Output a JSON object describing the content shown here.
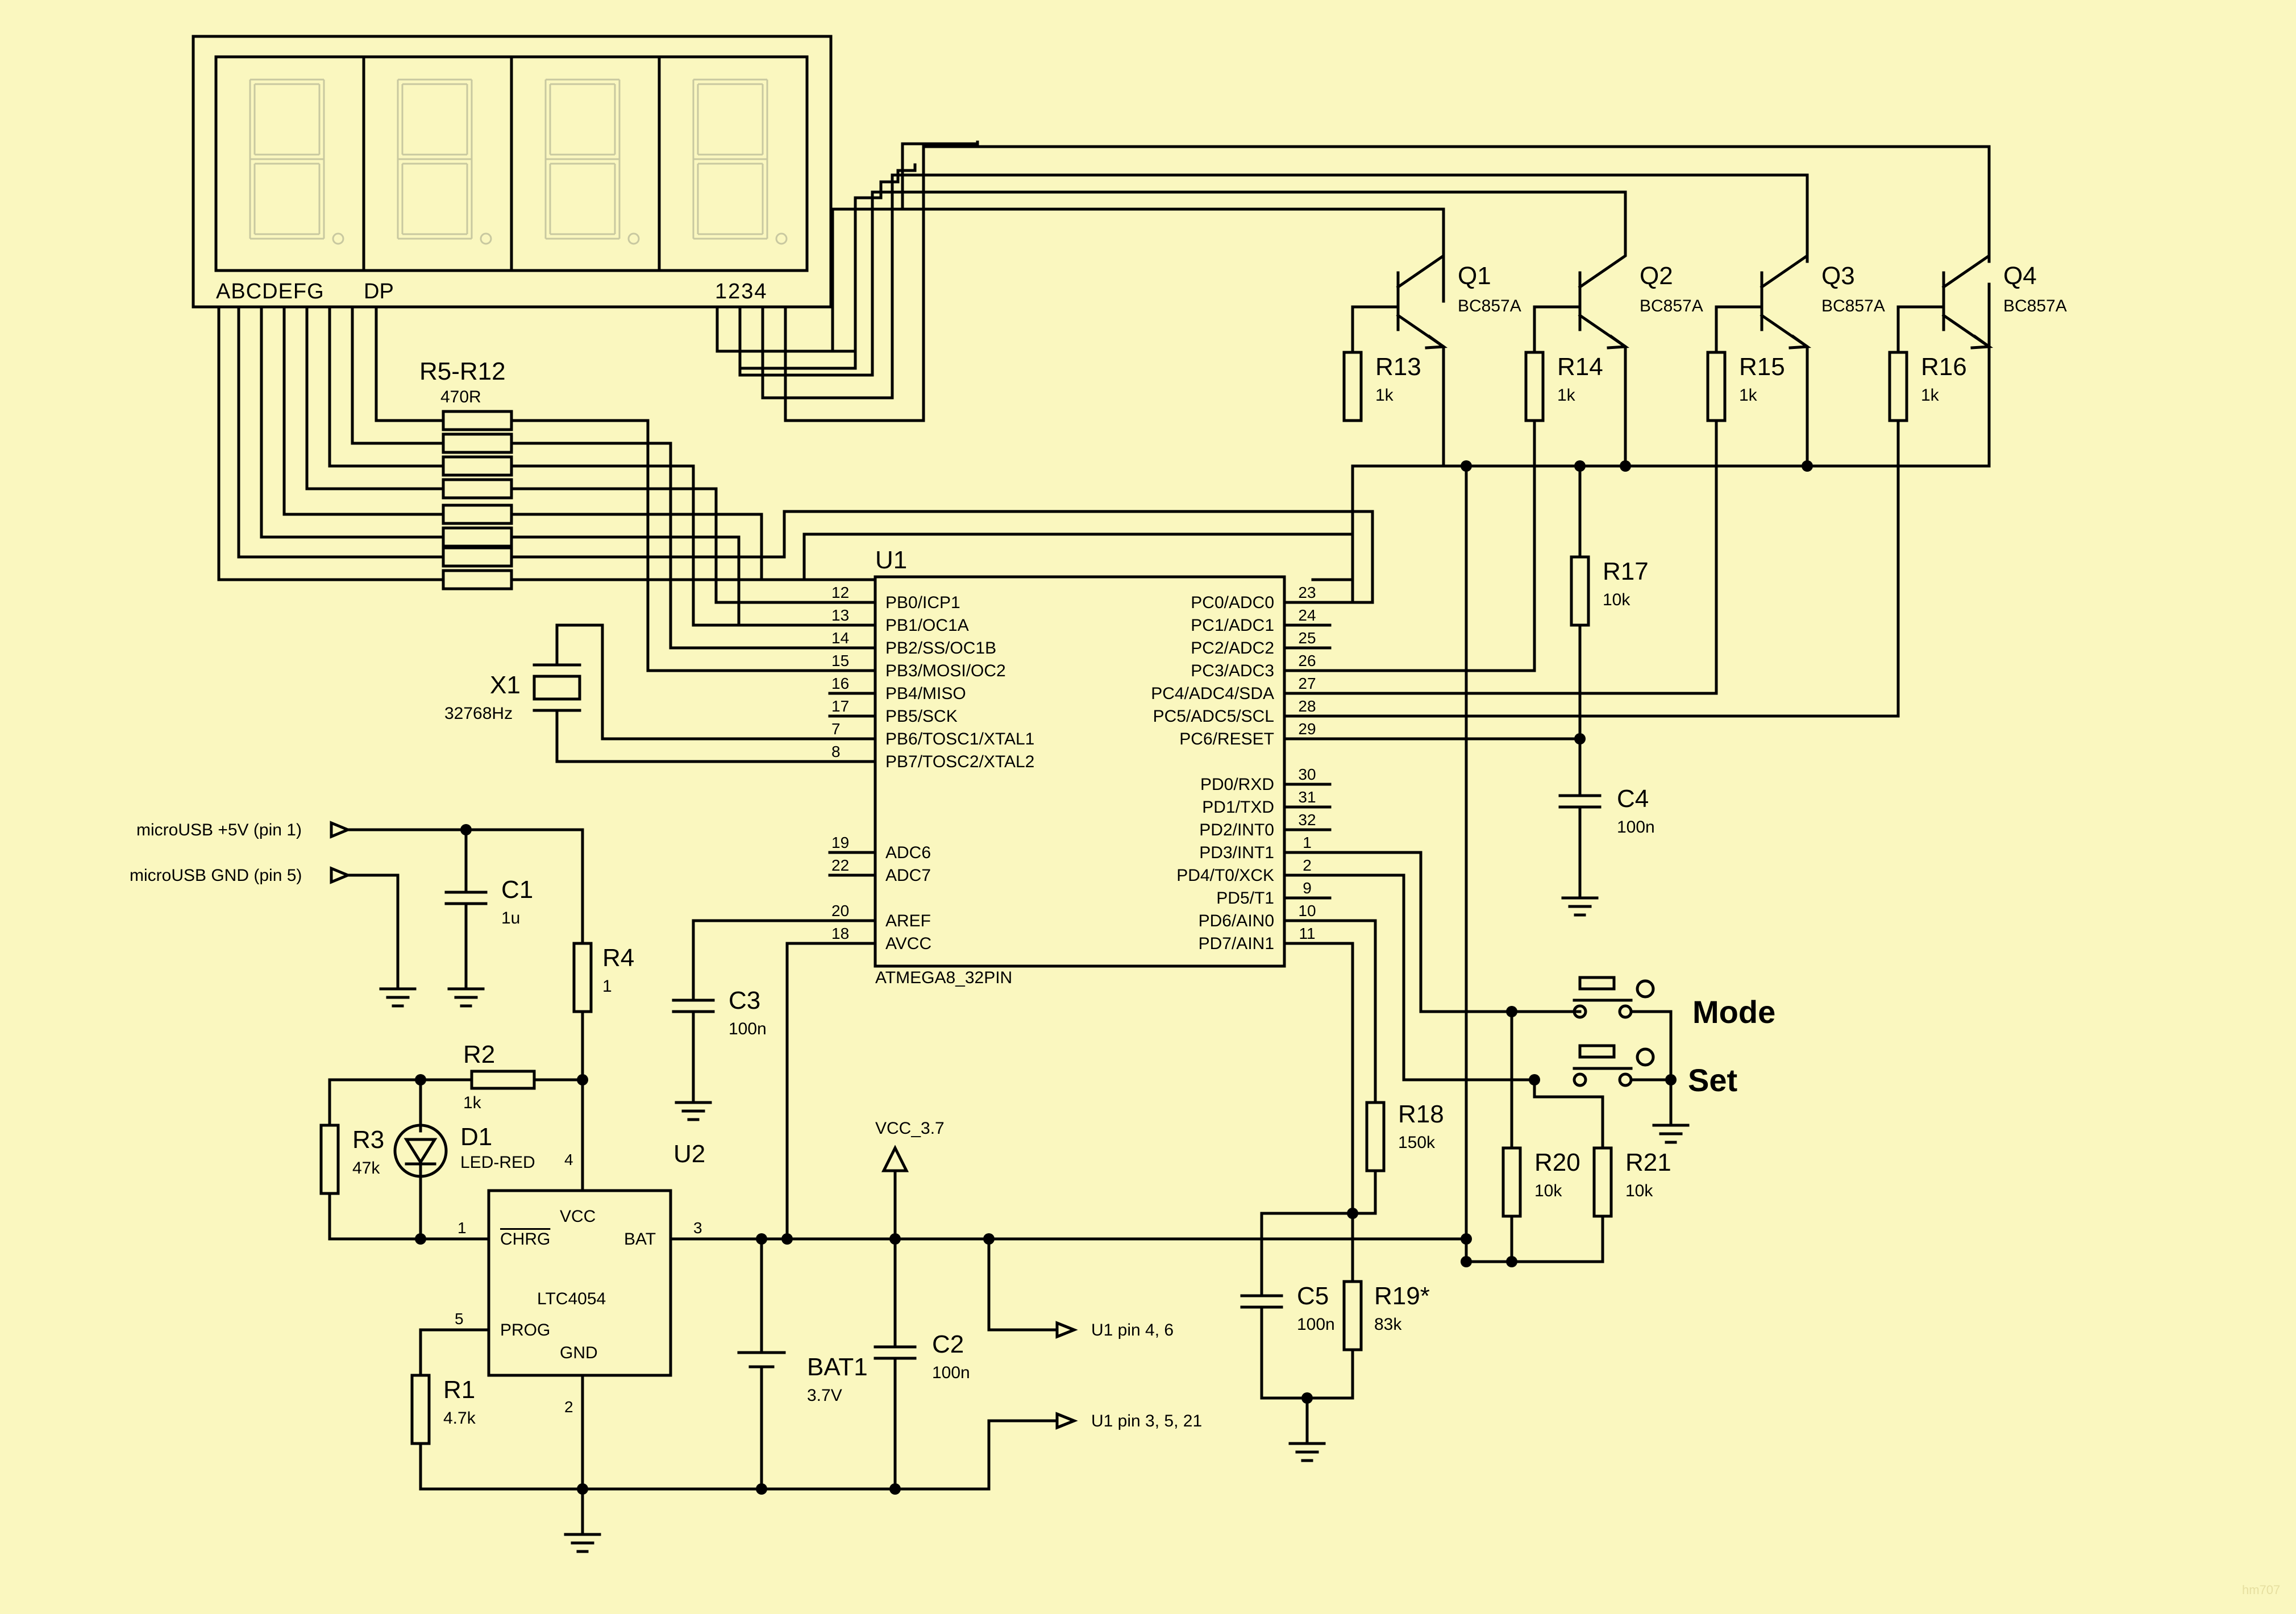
{
  "display": {
    "seg_labels": "ABCDEFG",
    "dp_label": "DP",
    "digit_labels": "1234"
  },
  "resistor_array": {
    "ref": "R5-R12",
    "value": "470R"
  },
  "transistors": [
    {
      "ref": "Q1",
      "part": "BC857A"
    },
    {
      "ref": "Q2",
      "part": "BC857A"
    },
    {
      "ref": "Q3",
      "part": "BC857A"
    },
    {
      "ref": "Q4",
      "part": "BC857A"
    }
  ],
  "base_resistors": [
    {
      "ref": "R13",
      "value": "1k"
    },
    {
      "ref": "R14",
      "value": "1k"
    },
    {
      "ref": "R15",
      "value": "1k"
    },
    {
      "ref": "R16",
      "value": "1k"
    }
  ],
  "mcu": {
    "ref": "U1",
    "part": "ATMEGA8_32PIN",
    "left_pins": [
      {
        "num": "12",
        "name": "PB0/ICP1"
      },
      {
        "num": "13",
        "name": "PB1/OC1A"
      },
      {
        "num": "14",
        "name": "PB2/SS/OC1B"
      },
      {
        "num": "15",
        "name": "PB3/MOSI/OC2"
      },
      {
        "num": "16",
        "name": "PB4/MISO"
      },
      {
        "num": "17",
        "name": "PB5/SCK"
      },
      {
        "num": "7",
        "name": "PB6/TOSC1/XTAL1"
      },
      {
        "num": "8",
        "name": "PB7/TOSC2/XTAL2"
      },
      {
        "num": "19",
        "name": "ADC6"
      },
      {
        "num": "22",
        "name": "ADC7"
      },
      {
        "num": "20",
        "name": "AREF"
      },
      {
        "num": "18",
        "name": "AVCC"
      }
    ],
    "right_pins": [
      {
        "num": "23",
        "name": "PC0/ADC0"
      },
      {
        "num": "24",
        "name": "PC1/ADC1"
      },
      {
        "num": "25",
        "name": "PC2/ADC2"
      },
      {
        "num": "26",
        "name": "PC3/ADC3"
      },
      {
        "num": "27",
        "name": "PC4/ADC4/SDA"
      },
      {
        "num": "28",
        "name": "PC5/ADC5/SCL"
      },
      {
        "num": "29",
        "name": "PC6/RESET"
      },
      {
        "num": "30",
        "name": "PD0/RXD"
      },
      {
        "num": "31",
        "name": "PD1/TXD"
      },
      {
        "num": "32",
        "name": "PD2/INT0"
      },
      {
        "num": "1",
        "name": "PD3/INT1"
      },
      {
        "num": "2",
        "name": "PD4/T0/XCK"
      },
      {
        "num": "9",
        "name": "PD5/T1"
      },
      {
        "num": "10",
        "name": "PD6/AIN0"
      },
      {
        "num": "11",
        "name": "PD7/AIN1"
      }
    ]
  },
  "crystal": {
    "ref": "X1",
    "value": "32768Hz"
  },
  "r17": {
    "ref": "R17",
    "value": "10k"
  },
  "c4": {
    "ref": "C4",
    "value": "100n"
  },
  "usb": {
    "plus_label": "microUSB +5V (pin 1)",
    "gnd_label": "microUSB GND (pin 5)"
  },
  "c1": {
    "ref": "C1",
    "value": "1u"
  },
  "r4": {
    "ref": "R4",
    "value": "1"
  },
  "c3": {
    "ref": "C3",
    "value": "100n"
  },
  "u2": {
    "ref": "U2"
  },
  "r2": {
    "ref": "R2",
    "value": "1k"
  },
  "r3": {
    "ref": "R3",
    "value": "47k"
  },
  "d1": {
    "ref": "D1",
    "value": "LED-RED"
  },
  "charger": {
    "part": "LTC4054",
    "vcc": "VCC",
    "chrg": "CHRG",
    "bat": "BAT",
    "prog": "PROG",
    "gnd": "GND",
    "pin_vcc": "4",
    "pin_chrg": "1",
    "pin_bat": "3",
    "pin_prog": "5",
    "pin_gnd": "2"
  },
  "r1": {
    "ref": "R1",
    "value": "4.7k"
  },
  "bat": {
    "ref": "BAT1",
    "value": "3.7V"
  },
  "c2": {
    "ref": "C2",
    "value": "100n"
  },
  "vcc_rail": {
    "label": "VCC_3.7"
  },
  "outputs": {
    "vcc_pins": "U1 pin 4, 6",
    "gnd_pins": "U1 pin 3, 5, 21"
  },
  "r18": {
    "ref": "R18",
    "value": "150k"
  },
  "r19": {
    "ref": "R19*",
    "value": "83k"
  },
  "c5": {
    "ref": "C5",
    "value": "100n"
  },
  "r20": {
    "ref": "R20",
    "value": "10k"
  },
  "r21": {
    "ref": "R21",
    "value": "10k"
  },
  "buttons": {
    "mode": "Mode",
    "set": "Set"
  },
  "watermark": "hm707"
}
